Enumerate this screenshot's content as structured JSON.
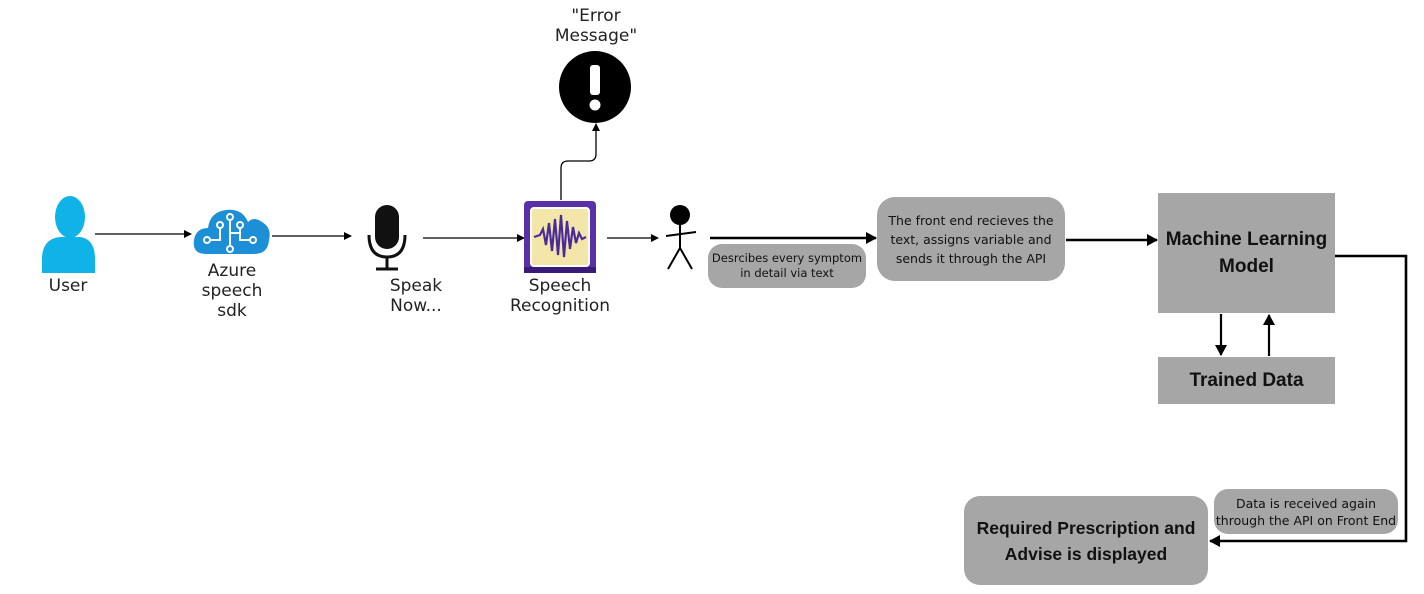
{
  "nodes": {
    "user": {
      "label": "User"
    },
    "azure": {
      "label": "Azure\nspeech\nsdk"
    },
    "mic": {
      "label": "Speak\nNow..."
    },
    "speech": {
      "label": "Speech\nRecognition"
    },
    "error": {
      "label": "\"Error\nMessage\""
    },
    "describe": {
      "label": "Desrcibes every symptom\nin detail via text"
    },
    "frontend": {
      "label": "The front end recieves the\ntext, assigns variable and\nsends it through the API"
    },
    "ml": {
      "label": "Machine Learning\nModel"
    },
    "trained": {
      "label": "Trained Data"
    },
    "received": {
      "label": "Data is received again\nthrough the API on Front End"
    },
    "result": {
      "label": "Required Prescription and\nAdvise is displayed"
    }
  },
  "colors": {
    "user_icon": "#10b3e8",
    "azure_icon": "#1c8fd6",
    "speech_icon_bg": "#5b2fa8",
    "grey_box": "#a6a6a6"
  }
}
